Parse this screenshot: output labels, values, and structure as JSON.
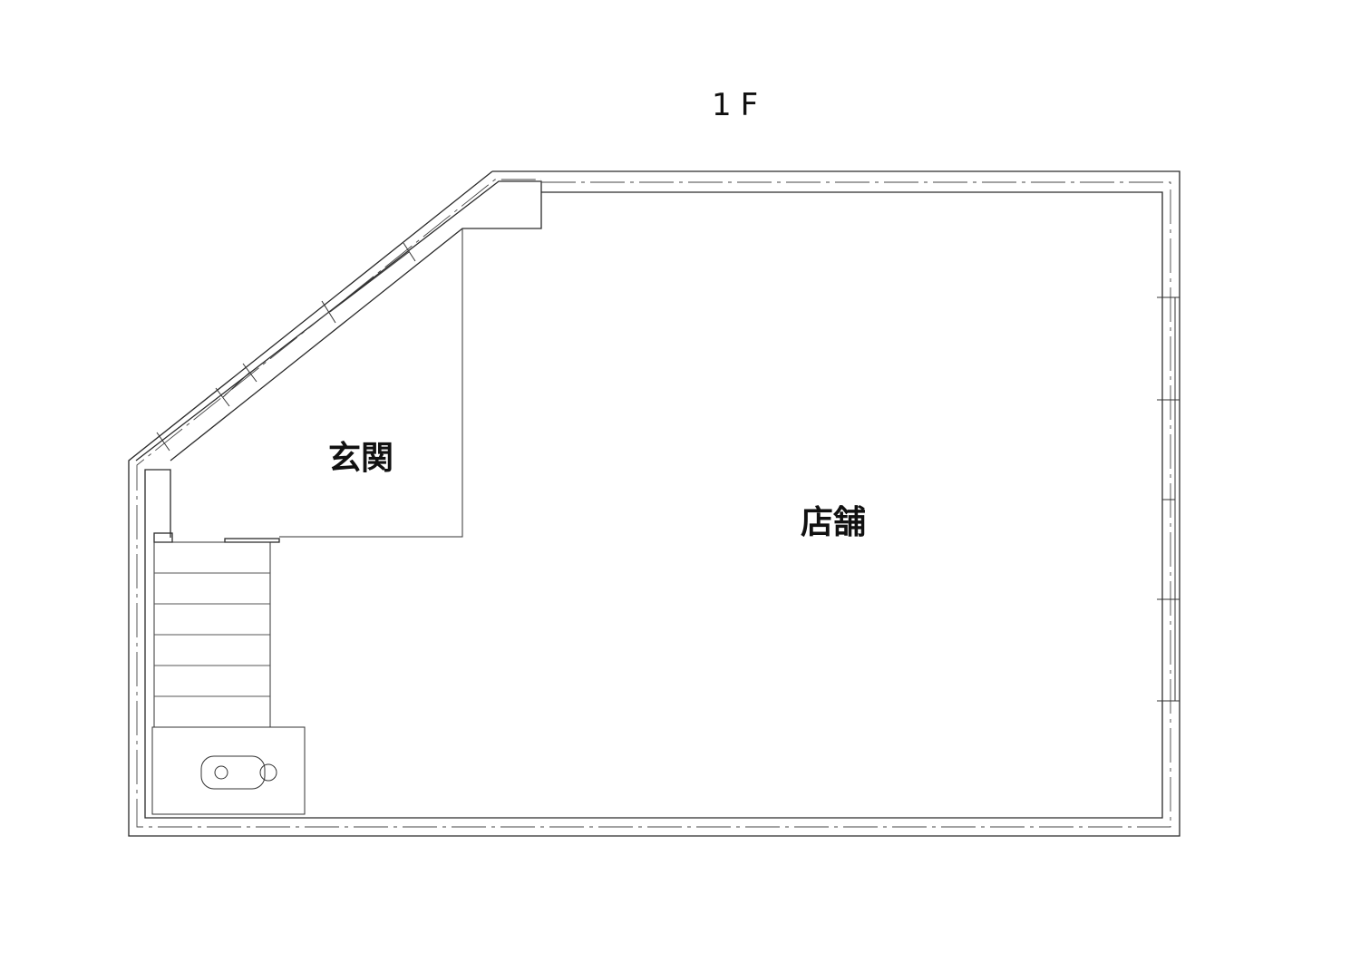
{
  "floor_label": "1F",
  "rooms": {
    "entrance": "玄関",
    "store": "店舗"
  }
}
